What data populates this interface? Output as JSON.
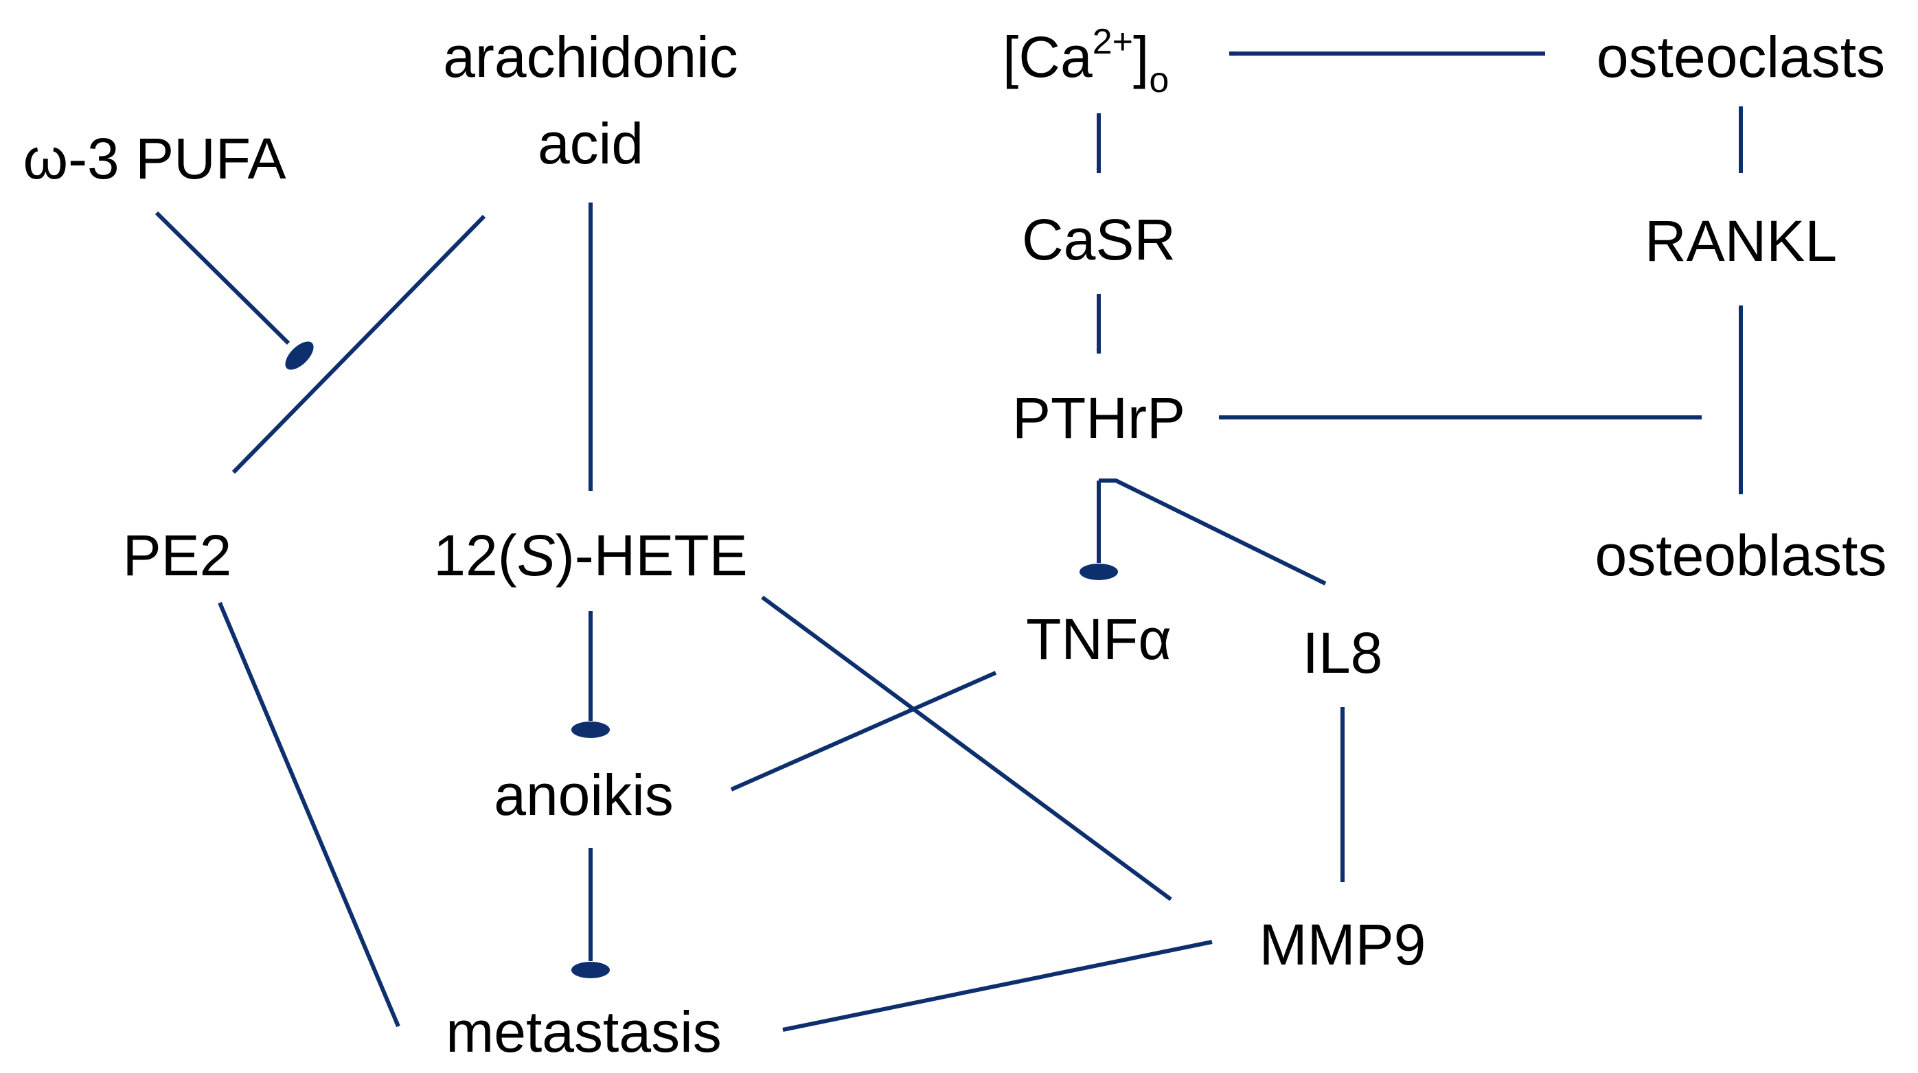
{
  "colors": {
    "edge": "#0d2f6e",
    "text": "#000000",
    "background": "#ffffff"
  },
  "nodes": {
    "omega3": "ω-3 PUFA",
    "arachidonic_line1": "arachidonic",
    "arachidonic_line2": "acid",
    "pe2": "PE2",
    "hete_prefix": "12(",
    "hete_italic": "S",
    "hete_suffix": ")-HETE",
    "anoikis": "anoikis",
    "metastasis": "metastasis",
    "ca_bracket": "[Ca",
    "ca_charge": "2+",
    "ca_close": "]",
    "ca_sub": "o",
    "casr": "CaSR",
    "pthrp": "PTHrP",
    "tnfa": "TNFα",
    "il8": "IL8",
    "mmp9": "MMP9",
    "osteoclasts": "osteoclasts",
    "rankl": "RANKL",
    "osteoblasts": "osteoblasts"
  },
  "edges": [
    {
      "from": "omega3",
      "to": "arachidonic-to-pe2",
      "type": "inhibit"
    },
    {
      "from": "arachidonic acid",
      "to": "PE2",
      "type": "activate"
    },
    {
      "from": "arachidonic acid",
      "to": "12(S)-HETE",
      "type": "activate"
    },
    {
      "from": "PE2",
      "to": "metastasis",
      "type": "activate"
    },
    {
      "from": "12(S)-HETE",
      "to": "anoikis",
      "type": "inhibit"
    },
    {
      "from": "12(S)-HETE",
      "to": "MMP9",
      "type": "activate"
    },
    {
      "from": "anoikis",
      "to": "metastasis",
      "type": "inhibit"
    },
    {
      "from": "TNFα",
      "to": "anoikis",
      "type": "activate"
    },
    {
      "from": "MMP9",
      "to": "metastasis",
      "type": "activate"
    },
    {
      "from": "[Ca2+]o",
      "to": "CaSR",
      "type": "activate"
    },
    {
      "from": "CaSR",
      "to": "PTHrP",
      "type": "activate"
    },
    {
      "from": "PTHrP",
      "to": "TNFα",
      "type": "inhibit"
    },
    {
      "from": "PTHrP",
      "to": "IL8",
      "type": "activate"
    },
    {
      "from": "IL8",
      "to": "MMP9",
      "type": "activate"
    },
    {
      "from": "PTHrP",
      "to": "osteoblasts-to-RANKL",
      "type": "activate"
    },
    {
      "from": "osteoblasts",
      "to": "RANKL",
      "type": "activate"
    },
    {
      "from": "RANKL",
      "to": "osteoclasts",
      "type": "activate"
    },
    {
      "from": "osteoclasts",
      "to": "[Ca2+]o",
      "type": "activate"
    }
  ]
}
